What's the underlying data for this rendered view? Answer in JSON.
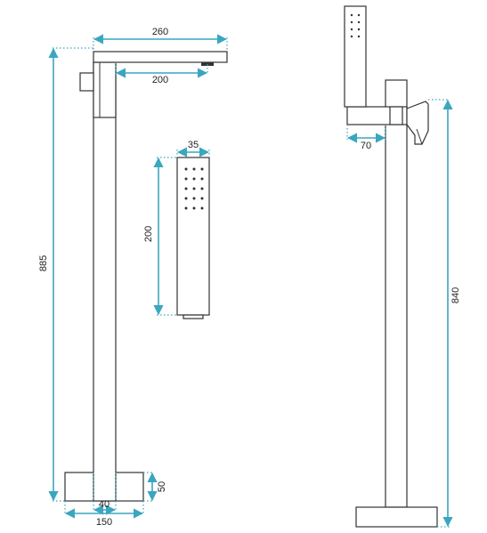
{
  "colors": {
    "dimension": "#3aa6c0",
    "outline": "#333333",
    "background": "#ffffff"
  },
  "dimensions": {
    "spout_length": "260",
    "spout_reach": "200",
    "total_height": "885",
    "shower_head_width": "35",
    "shower_head_length": "200",
    "base_height": "50",
    "column_width": "40",
    "base_width": "150",
    "side_height": "840",
    "side_depth": "70"
  }
}
